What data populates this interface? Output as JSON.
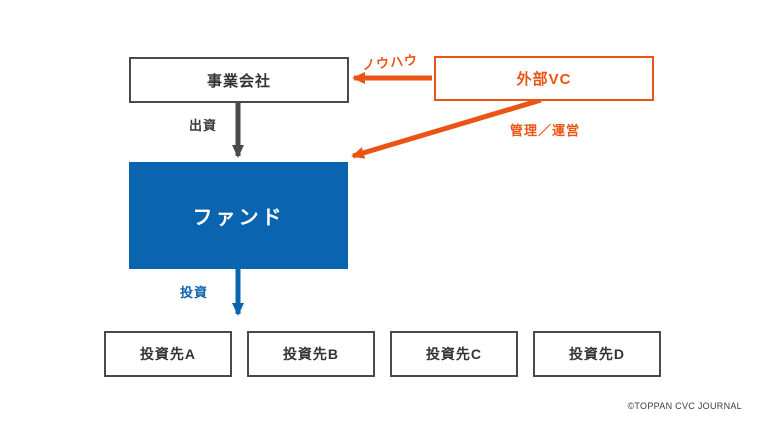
{
  "diagram": {
    "nodes": {
      "business_company": {
        "label": "事業会社"
      },
      "external_vc": {
        "label": "外部VC"
      },
      "fund": {
        "label": "ファンド"
      },
      "investees": [
        {
          "label": "投資先A"
        },
        {
          "label": "投資先B"
        },
        {
          "label": "投資先C"
        },
        {
          "label": "投資先D"
        }
      ]
    },
    "edges": {
      "knowhow": {
        "label": "ノウハウ",
        "from": "external_vc",
        "to": "business_company"
      },
      "funding": {
        "label": "出資",
        "from": "business_company",
        "to": "fund"
      },
      "management": {
        "label": "管理／運営",
        "from": "external_vc",
        "to": "fund"
      },
      "investment": {
        "label": "投資",
        "from": "fund",
        "to": "investees"
      }
    },
    "colors": {
      "orange": "#EA5515",
      "blue": "#0B64B0",
      "dark_gray": "#4A4A4A",
      "text": "#333333",
      "background": "#FFFFFF"
    }
  },
  "footer": {
    "credit": "©TOPPAN CVC JOURNAL"
  }
}
